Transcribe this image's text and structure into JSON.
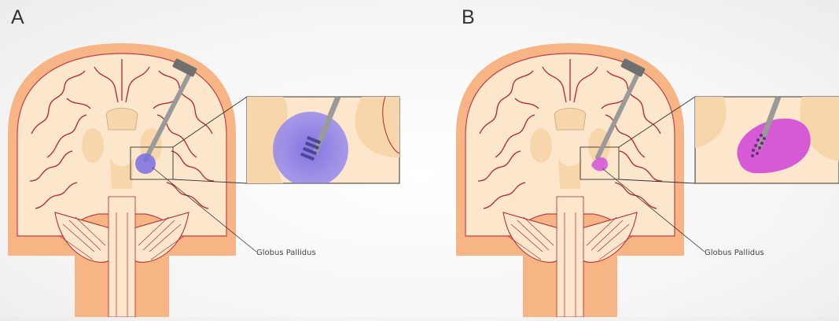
{
  "panels": [
    {
      "letter": "A",
      "callout": "Globus Pallidus",
      "lesion_type": "spherical-lesion",
      "lesion_color": "#7a6ee0",
      "probe_tip": "helical-electrode"
    },
    {
      "letter": "B",
      "callout": "Globus Pallidus",
      "lesion_type": "shaped-lesion",
      "lesion_color": "#d65ad6",
      "probe_tip": "multi-point-electrode"
    }
  ],
  "colors": {
    "head_skin": "#f7b585",
    "brain_tissue": "#fde7cc",
    "white_matter": "#f8d6ac",
    "vessels": "#b3242e",
    "probe": "#9a9a9a",
    "probe_cap": "#6f6f6f",
    "inset_bg": "#fde7cc",
    "outline": "#333333"
  }
}
